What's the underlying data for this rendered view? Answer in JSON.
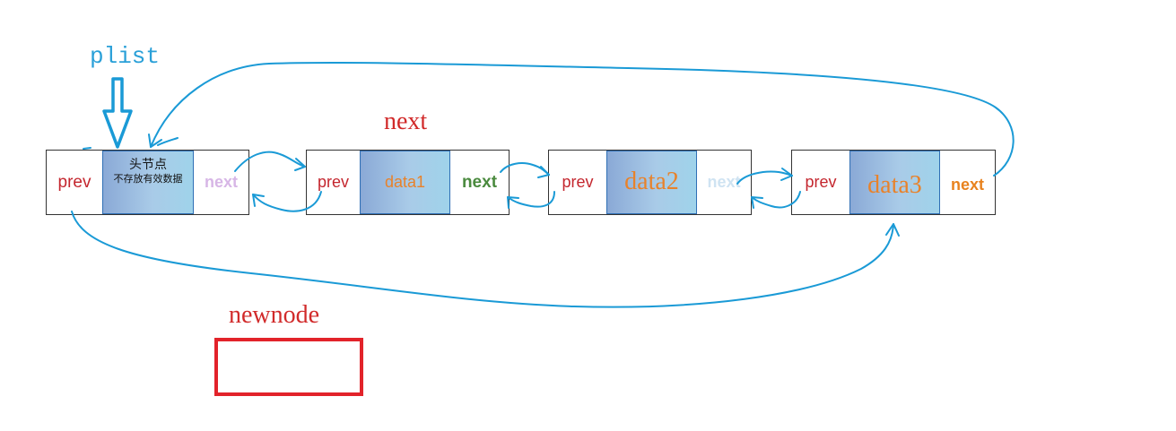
{
  "labels": {
    "plist": "plist",
    "next_top": "next",
    "newnode": "newnode"
  },
  "nodes": [
    {
      "prev": "prev",
      "head_title": "头节点",
      "head_subtitle": "不存放有效数据",
      "next": "next"
    },
    {
      "prev": "prev",
      "data": "data1",
      "next": "next"
    },
    {
      "prev": "prev",
      "data": "data2",
      "next": "next"
    },
    {
      "prev": "prev",
      "data": "data3",
      "next": "next"
    }
  ],
  "colors": {
    "arrow": "#1a9ad6",
    "prev": "#c4262e",
    "data_orange": "#e8822a",
    "next_green": "#4a8a3e",
    "next_pale_purple": "#d7b6e6",
    "next_pale_blue": "#cfe3f2",
    "next_orange": "#e8821e",
    "plist": "#2aa0d8",
    "label_red": "#d12a2a",
    "newnode_box": "#e2232a"
  }
}
